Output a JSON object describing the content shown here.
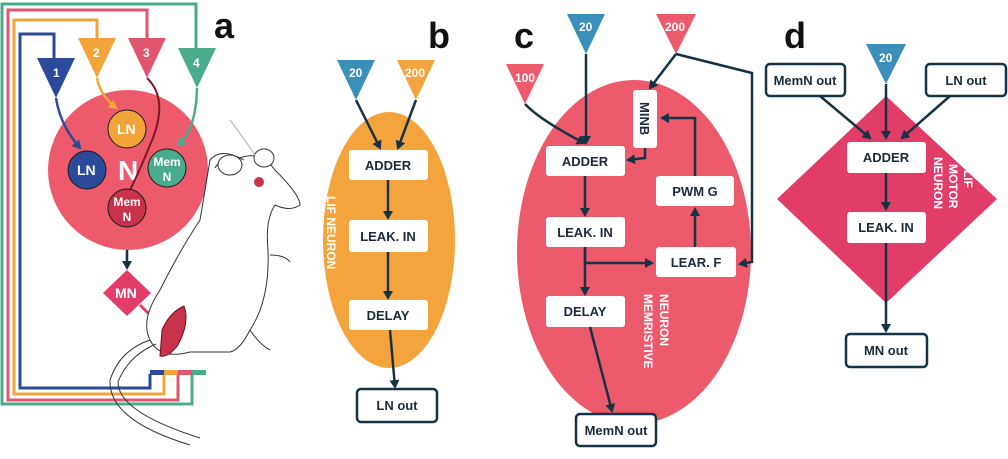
{
  "panels": {
    "a": {
      "letter": "a",
      "inputs": [
        "1",
        "2",
        "3",
        "4"
      ],
      "center_label": "N",
      "ln_top": "LN",
      "ln_left": "LN",
      "memn_right": "Mem N",
      "memn_bottom": "Mem N",
      "mn": "MN",
      "colors": {
        "input1": "#2c4a9a",
        "input2": "#f2a43a",
        "input3": "#e0566e",
        "input4": "#4aac8c",
        "node": "#ec5a6c"
      }
    },
    "b": {
      "letter": "b",
      "inputs": [
        "20",
        "200"
      ],
      "blocks": [
        "ADDER",
        "LEAK. IN",
        "DELAY"
      ],
      "side_label": "LIF NEURON",
      "output": "LN out",
      "colors": {
        "body": "#f3a43c",
        "input20": "#3b8fb8",
        "input200": "#f3a43c"
      }
    },
    "c": {
      "letter": "c",
      "inputs": [
        "100",
        "20",
        "200"
      ],
      "blocks": [
        "ADDER",
        "LEAK. IN",
        "DELAY",
        "MINB",
        "PWM G",
        "LEAR. F"
      ],
      "side_label": "MEMRISTIVE NEURON",
      "output": "MemN out",
      "colors": {
        "body": "#ec5a6c",
        "input100": "#ec5a6c",
        "input20": "#3b8fb8",
        "input200": "#ec5a6c"
      }
    },
    "d": {
      "letter": "d",
      "inputs": [
        "MemN out",
        "20",
        "LN out"
      ],
      "blocks": [
        "ADDER",
        "LEAK. IN"
      ],
      "side_label": "LIF MOTOR NEURON",
      "output": "MN out",
      "colors": {
        "body": "#e23c68",
        "input20": "#3b8fb8"
      }
    }
  },
  "colors": {
    "edge": "#163245",
    "box_fill": "#ffffff"
  }
}
